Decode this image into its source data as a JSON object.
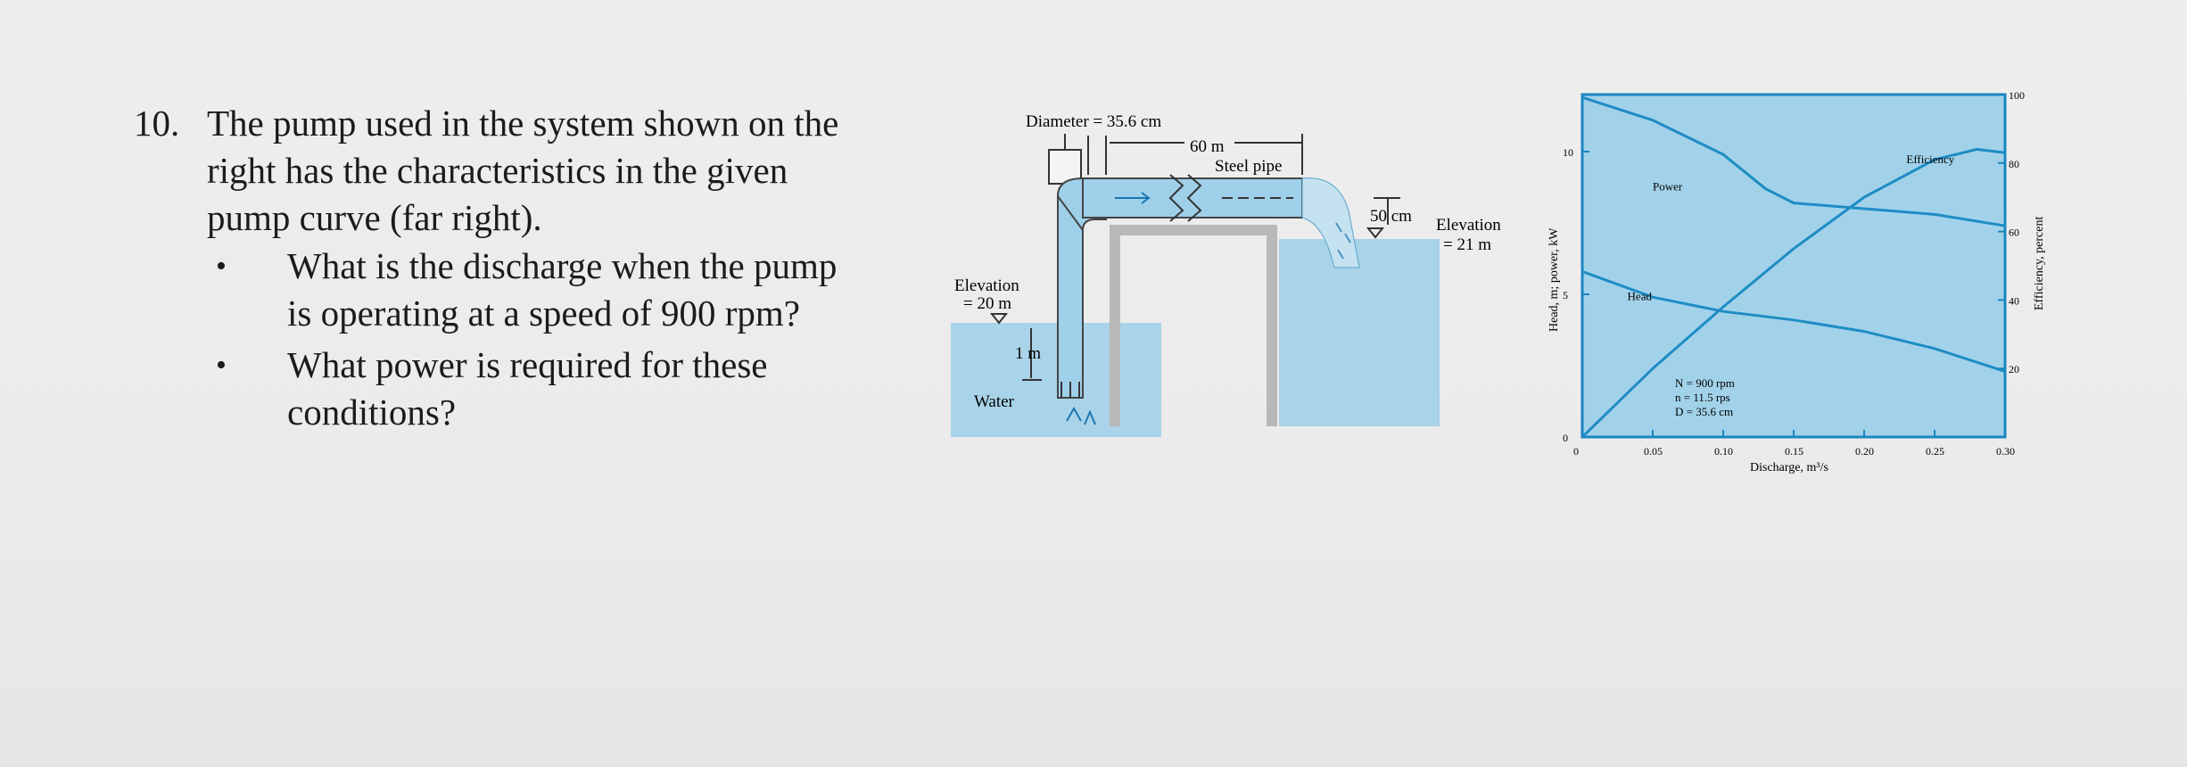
{
  "question": {
    "number": "10.",
    "intro_lines": [
      "The pump used in the system shown on the",
      "right has the characteristics in the given",
      "pump curve (far right)."
    ],
    "bullets": [
      {
        "symbol": "•",
        "lines": [
          "What is the discharge when the pump",
          "is operating at a speed of 900 rpm?"
        ]
      },
      {
        "symbol": "•",
        "lines": [
          "What power is required for these",
          "conditions?"
        ]
      }
    ]
  },
  "system_diagram": {
    "diameter_label": "Diameter = 35.6 cm",
    "length_label": "60 m",
    "pipe_label": "Steel pipe",
    "outlet_label": "50 cm",
    "elevation_right": [
      "Elevation",
      "= 21 m"
    ],
    "elevation_left": [
      "Elevation",
      "= 20 m"
    ],
    "submergence_label": "1 m",
    "water_label": "Water",
    "colors": {
      "water": "#a9d3e8",
      "pipe": "#9fd0ea",
      "wall": "#b8b8b8"
    }
  },
  "chart_data": {
    "type": "line",
    "x_tick_labels": [
      "0",
      "0.05",
      "0.10",
      "0.15",
      "0.20",
      "0.25",
      "0.30"
    ],
    "xlim": [
      0,
      0.3
    ],
    "xlabel": "Discharge, m³/s",
    "left_tick_labels": [
      "0",
      "5",
      "10"
    ],
    "ylim_left": [
      0,
      12
    ],
    "ylabel_left": "Head, m; power, kW",
    "right_tick_labels": [
      "20",
      "40",
      "60",
      "80",
      "100"
    ],
    "ylim_right": [
      0,
      100
    ],
    "ylabel_right": "Efficiency, percent",
    "series": [
      {
        "name": "Head",
        "axis": "left",
        "x": [
          0,
          0.05,
          0.1,
          0.15,
          0.2,
          0.25,
          0.3
        ],
        "y": [
          5.8,
          4.9,
          4.4,
          4.1,
          3.7,
          3.1,
          2.3
        ]
      },
      {
        "name": "Power",
        "axis": "left",
        "x": [
          0,
          0.05,
          0.1,
          0.13,
          0.15,
          0.2,
          0.25,
          0.3
        ],
        "y": [
          11.9,
          11.1,
          9.9,
          8.7,
          8.2,
          8.0,
          7.8,
          7.4
        ]
      },
      {
        "name": "Efficiency",
        "axis": "right",
        "x": [
          0,
          0.05,
          0.1,
          0.15,
          0.2,
          0.25,
          0.28,
          0.3
        ],
        "y": [
          0,
          20,
          38,
          55,
          70,
          81,
          84,
          83
        ]
      }
    ],
    "pump_specs": [
      "N = 900 rpm",
      "n = 11.5 rps",
      "D = 35.6 cm"
    ],
    "colors": {
      "background": "#a2d2ea",
      "curve": "#1f8cc4",
      "frame": "#1a86c0"
    },
    "grid": false
  }
}
